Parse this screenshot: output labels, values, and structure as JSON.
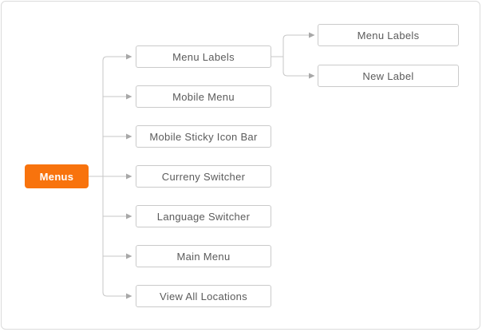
{
  "diagram": {
    "title": "menu-structure-tree",
    "tree": {
      "label": "Menus",
      "children": [
        {
          "label": "Menu Labels",
          "children": [
            {
              "label": "Menu Labels"
            },
            {
              "label": "New Label"
            }
          ]
        },
        {
          "label": "Mobile Menu"
        },
        {
          "label": "Mobile Sticky Icon Bar"
        },
        {
          "label": "Curreny Switcher"
        },
        {
          "label": "Language Switcher"
        },
        {
          "label": "Main Menu"
        },
        {
          "label": "View All Locations"
        }
      ]
    },
    "colors": {
      "accent": "#f8730d",
      "root_text": "#ffffff",
      "node_background": "#ffffff",
      "node_border": "#cacaca",
      "node_text": "#5b5b5b",
      "connector_line": "#c7c7c7",
      "arrowhead": "#a8a8a8",
      "frame_border": "#dbdbdb",
      "background": "#ffffff"
    }
  }
}
